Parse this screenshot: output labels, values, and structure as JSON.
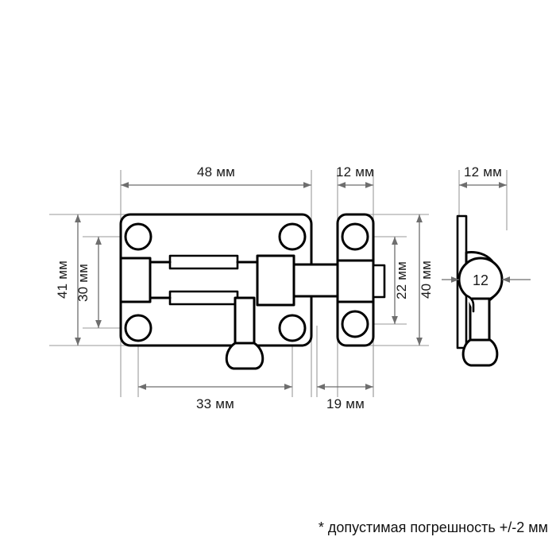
{
  "document": {
    "kind": "technical-dimension-drawing",
    "subject": "door slide bolt latch",
    "background_color": "#ffffff",
    "line_color": "#000000",
    "dimension_line_color": "#6e6e6e",
    "extension_line_color": "#9a9a9a",
    "text_color": "#1a1a1a"
  },
  "views": {
    "front": {
      "name": "front-view",
      "description": "Base plate with sliding bolt, knob handle and strike bracket"
    },
    "side": {
      "name": "side-view",
      "description": "Profile of bolt keeper showing knob diameter"
    }
  },
  "dimensions": {
    "plate_width": {
      "value": "48 мм",
      "orientation": "horizontal",
      "position": "top-left"
    },
    "bracket_width": {
      "value": "12 мм",
      "orientation": "horizontal",
      "position": "top-middle"
    },
    "side_thickness": {
      "value": "12 мм",
      "orientation": "horizontal",
      "position": "top-right"
    },
    "plate_height": {
      "value": "41 мм",
      "orientation": "vertical",
      "position": "left-outer"
    },
    "hole_spacing_vertical": {
      "value": "30 мм",
      "orientation": "vertical",
      "position": "left-inner"
    },
    "bracket_hole_spacing": {
      "value": "22 мм",
      "orientation": "vertical",
      "position": "right-inner"
    },
    "bracket_height": {
      "value": "40 мм",
      "orientation": "vertical",
      "position": "right-outer"
    },
    "hole_spacing_horizontal": {
      "value": "33 мм",
      "orientation": "horizontal",
      "position": "bottom-left"
    },
    "bolt_throw": {
      "value": "19 мм",
      "orientation": "horizontal",
      "position": "bottom-middle"
    },
    "knob_diameter_callout": {
      "value": "12",
      "orientation": "callout",
      "position": "side-view-center"
    }
  },
  "footnote": {
    "text": "* допустимая погрешность +/-2 мм"
  }
}
